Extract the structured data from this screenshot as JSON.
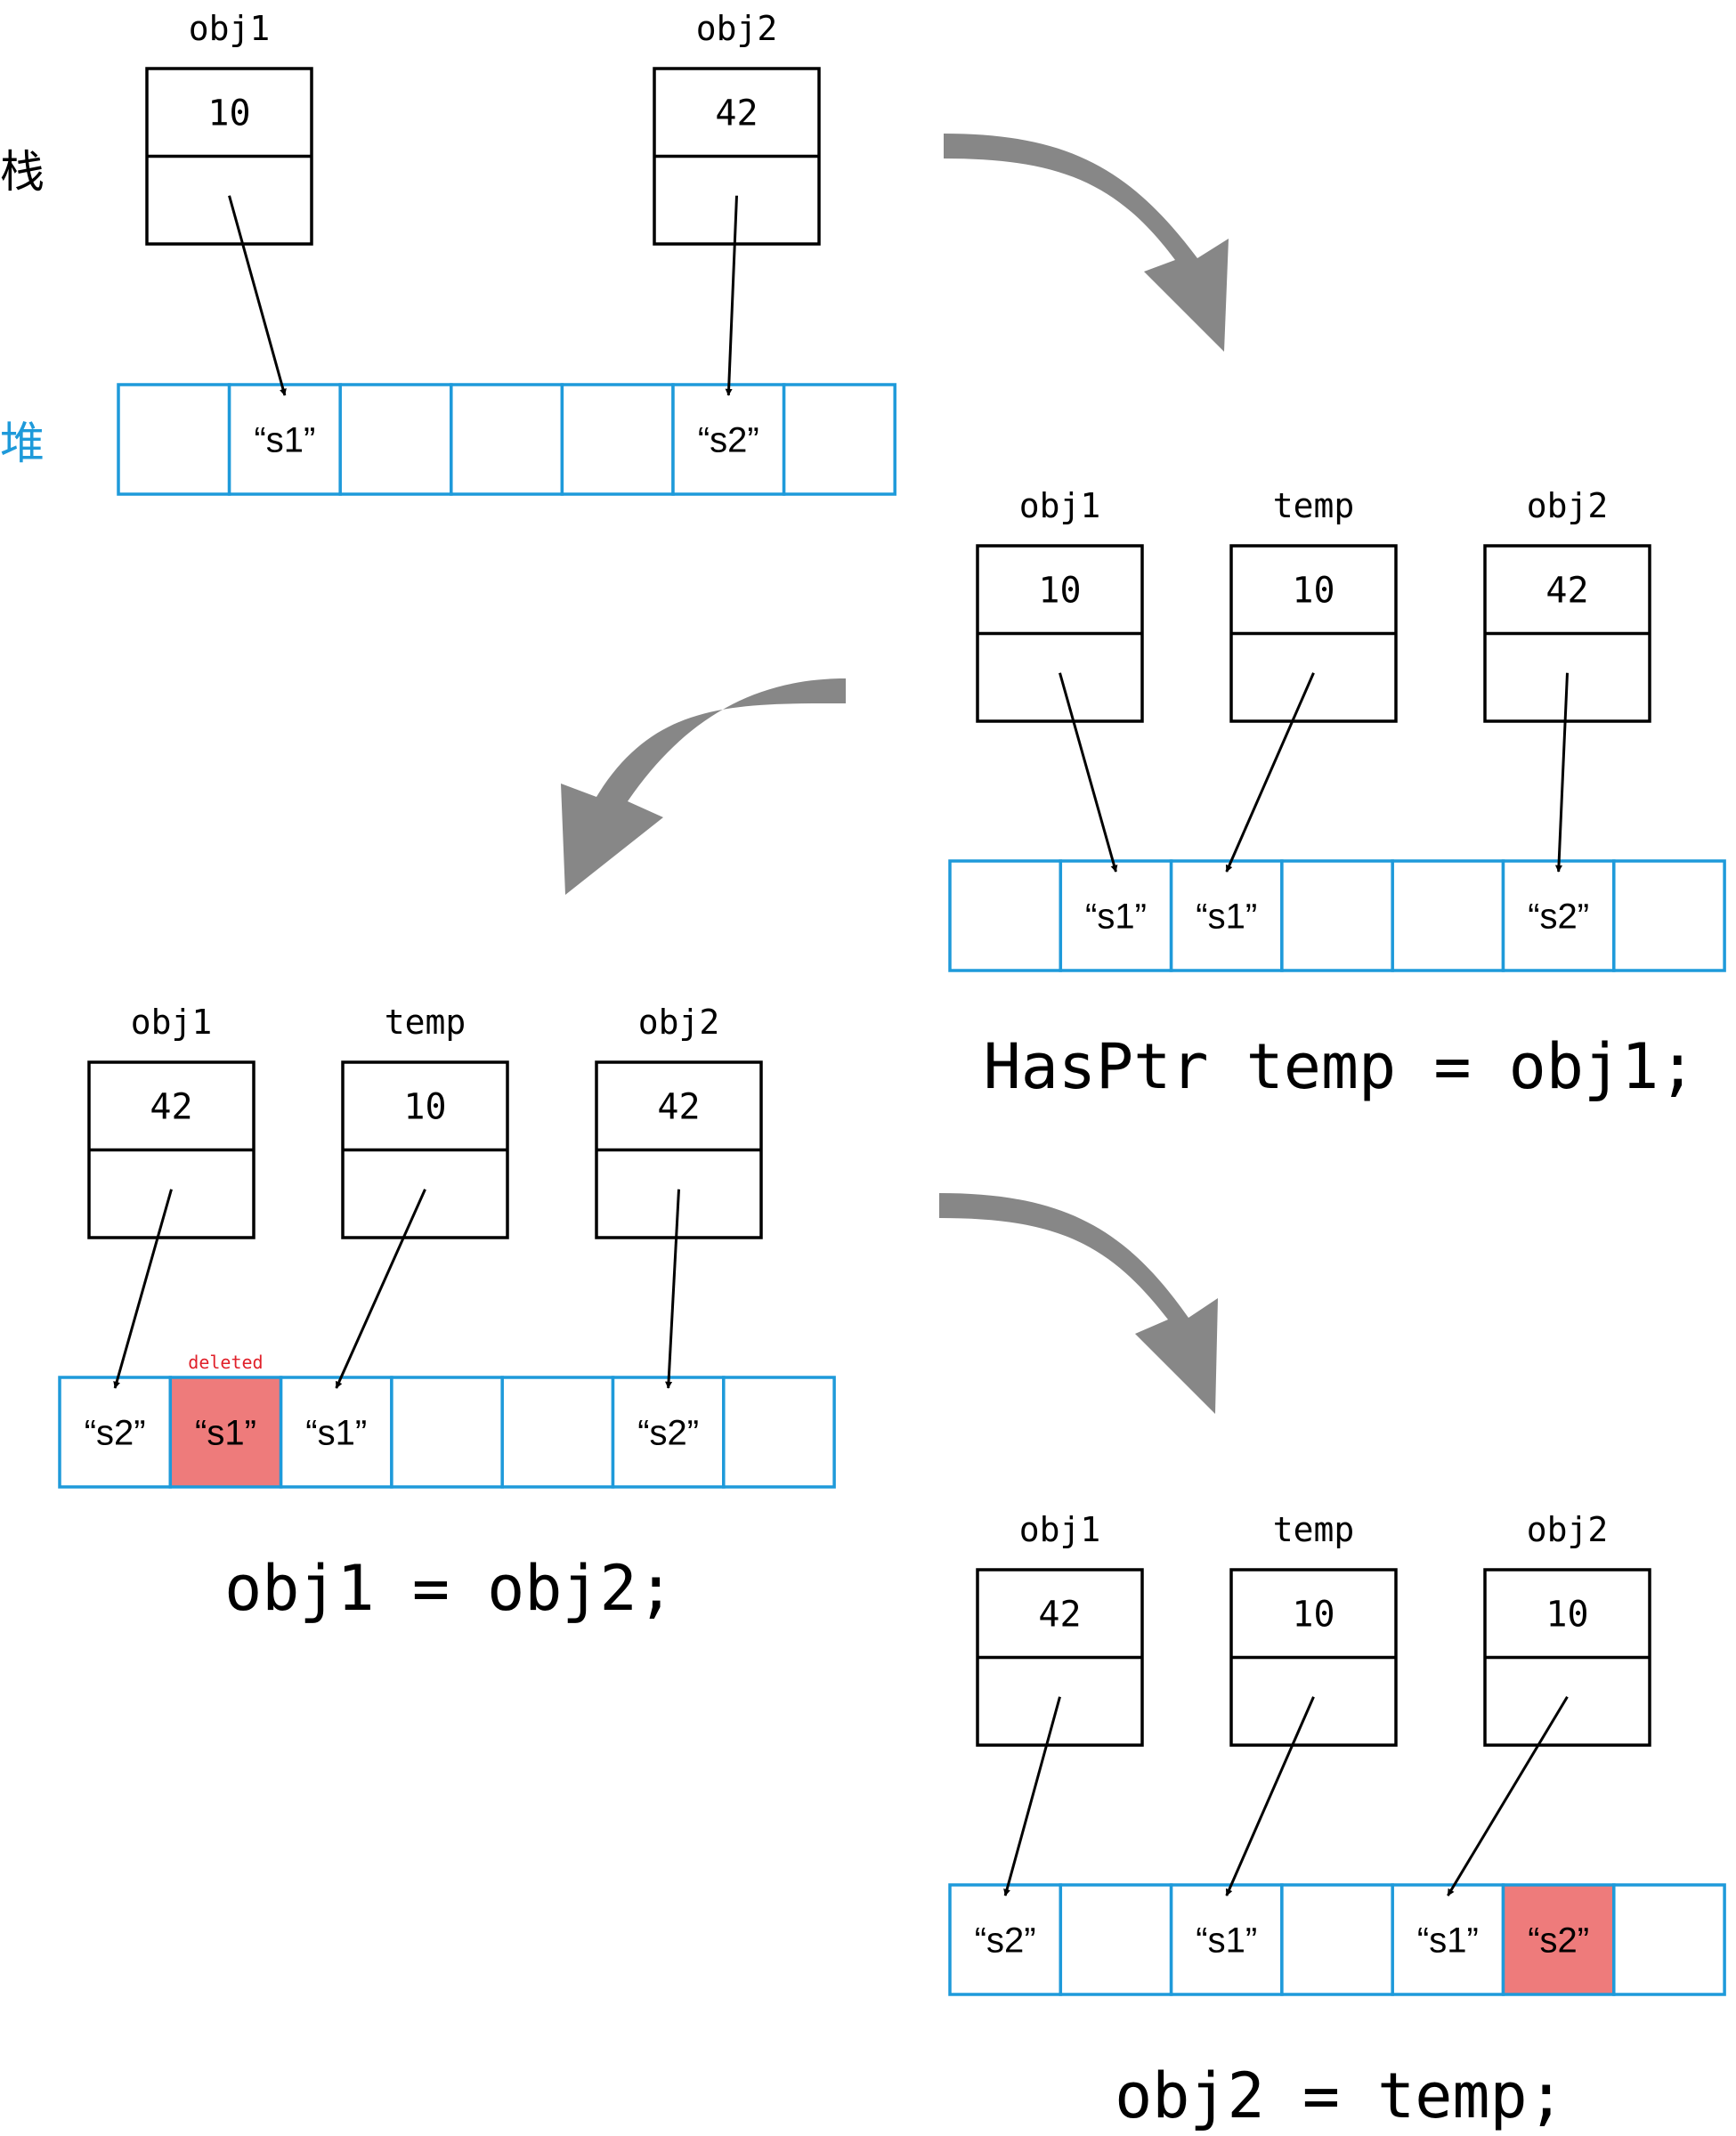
{
  "legend": {
    "stack_label": "栈",
    "heap_label": "堆",
    "stack_color": "#000000",
    "heap_color": "#1E9ADA"
  },
  "colors": {
    "heap_border": "#1E9ADA",
    "highlight_fill": "#EE7B7B",
    "deleted_text": "#E0202A",
    "transition_arrow": "#878787"
  },
  "panels": [
    {
      "id": "initial",
      "code": "",
      "objects": [
        {
          "name": "obj1",
          "value": "10",
          "points_to": 1
        },
        {
          "name": "obj2",
          "value": "42",
          "points_to": 5
        }
      ],
      "heap": [
        {
          "text": ""
        },
        {
          "text": "“s1”"
        },
        {
          "text": ""
        },
        {
          "text": ""
        },
        {
          "text": ""
        },
        {
          "text": "“s2”"
        },
        {
          "text": ""
        }
      ]
    },
    {
      "id": "copy-construct",
      "code": "HasPtr temp = obj1;",
      "objects": [
        {
          "name": "obj1",
          "value": "10",
          "points_to": 1
        },
        {
          "name": "temp",
          "value": "10",
          "points_to": 2
        },
        {
          "name": "obj2",
          "value": "42",
          "points_to": 5
        }
      ],
      "heap": [
        {
          "text": ""
        },
        {
          "text": "“s1”"
        },
        {
          "text": "“s1”"
        },
        {
          "text": ""
        },
        {
          "text": ""
        },
        {
          "text": "“s2”"
        },
        {
          "text": ""
        }
      ]
    },
    {
      "id": "assign-obj1",
      "code": "obj1 = obj2;",
      "objects": [
        {
          "name": "obj1",
          "value": "42",
          "points_to": 0
        },
        {
          "name": "temp",
          "value": "10",
          "points_to": 2
        },
        {
          "name": "obj2",
          "value": "42",
          "points_to": 5
        }
      ],
      "heap": [
        {
          "text": "“s2”"
        },
        {
          "text": "“s1”",
          "highlight": true,
          "note": "deleted"
        },
        {
          "text": "“s1”"
        },
        {
          "text": ""
        },
        {
          "text": ""
        },
        {
          "text": "“s2”"
        },
        {
          "text": ""
        }
      ]
    },
    {
      "id": "assign-obj2",
      "code": "obj2 = temp;",
      "objects": [
        {
          "name": "obj1",
          "value": "42",
          "points_to": 0
        },
        {
          "name": "temp",
          "value": "10",
          "points_to": 2
        },
        {
          "name": "obj2",
          "value": "10",
          "points_to": 4
        }
      ],
      "heap": [
        {
          "text": "“s2”"
        },
        {
          "text": ""
        },
        {
          "text": "“s1”"
        },
        {
          "text": ""
        },
        {
          "text": "“s1”"
        },
        {
          "text": "“s2”",
          "highlight": true
        },
        {
          "text": ""
        }
      ]
    }
  ]
}
